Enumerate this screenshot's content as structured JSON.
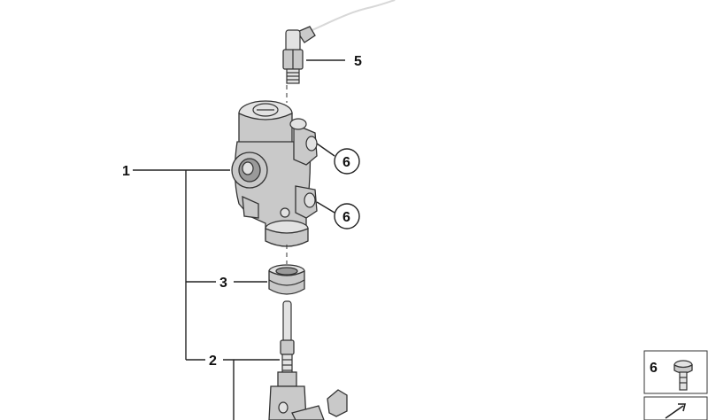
{
  "callouts": {
    "c1": "1",
    "c2": "2",
    "c3": "3",
    "c5": "5",
    "c6a": "6",
    "c6b": "6"
  },
  "legend": {
    "label": "6"
  }
}
